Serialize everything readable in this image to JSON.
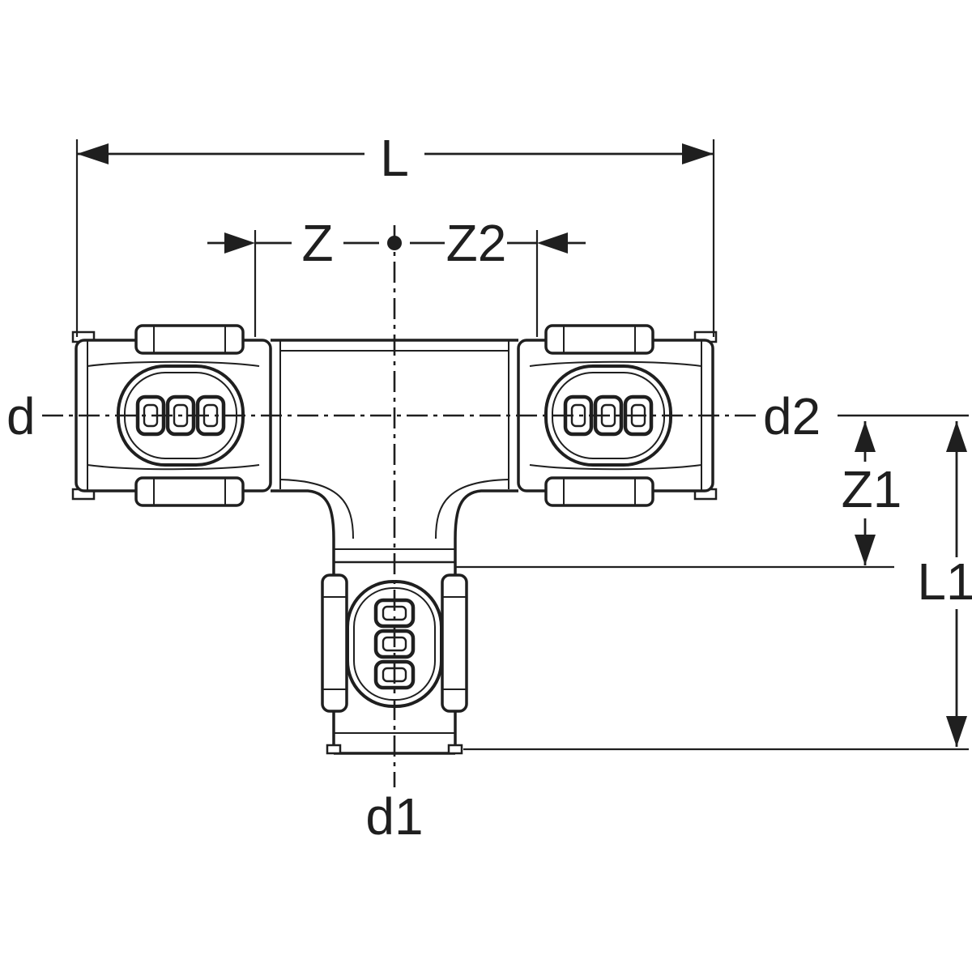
{
  "diagram": {
    "labels": {
      "L": "L",
      "Z": "Z",
      "Z2": "Z2",
      "d": "d",
      "d2": "d2",
      "Z1": "Z1",
      "L1": "L1",
      "d1": "d1"
    },
    "colors": {
      "line": "#1f1f1f",
      "background": "#ffffff"
    }
  }
}
